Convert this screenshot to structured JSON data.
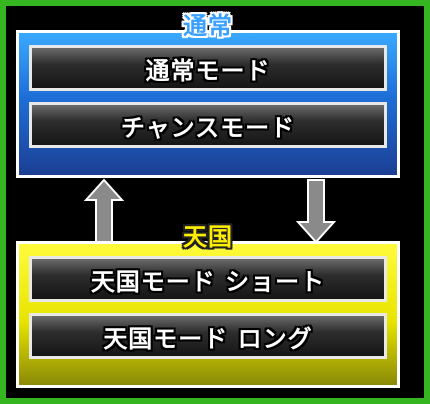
{
  "normal": {
    "label": "通常",
    "modes": [
      "通常モード",
      "チャンスモード"
    ]
  },
  "heaven": {
    "label": "天国",
    "modes": [
      "天国モード ショート",
      "天国モード ロング"
    ]
  },
  "colors": {
    "background": "#000000",
    "border_outer": "#35b51f",
    "normal_panel": "#1e6fd8",
    "heaven_panel": "#e8e400",
    "mode_box": "#2e2e2e",
    "arrow": "#888888"
  }
}
